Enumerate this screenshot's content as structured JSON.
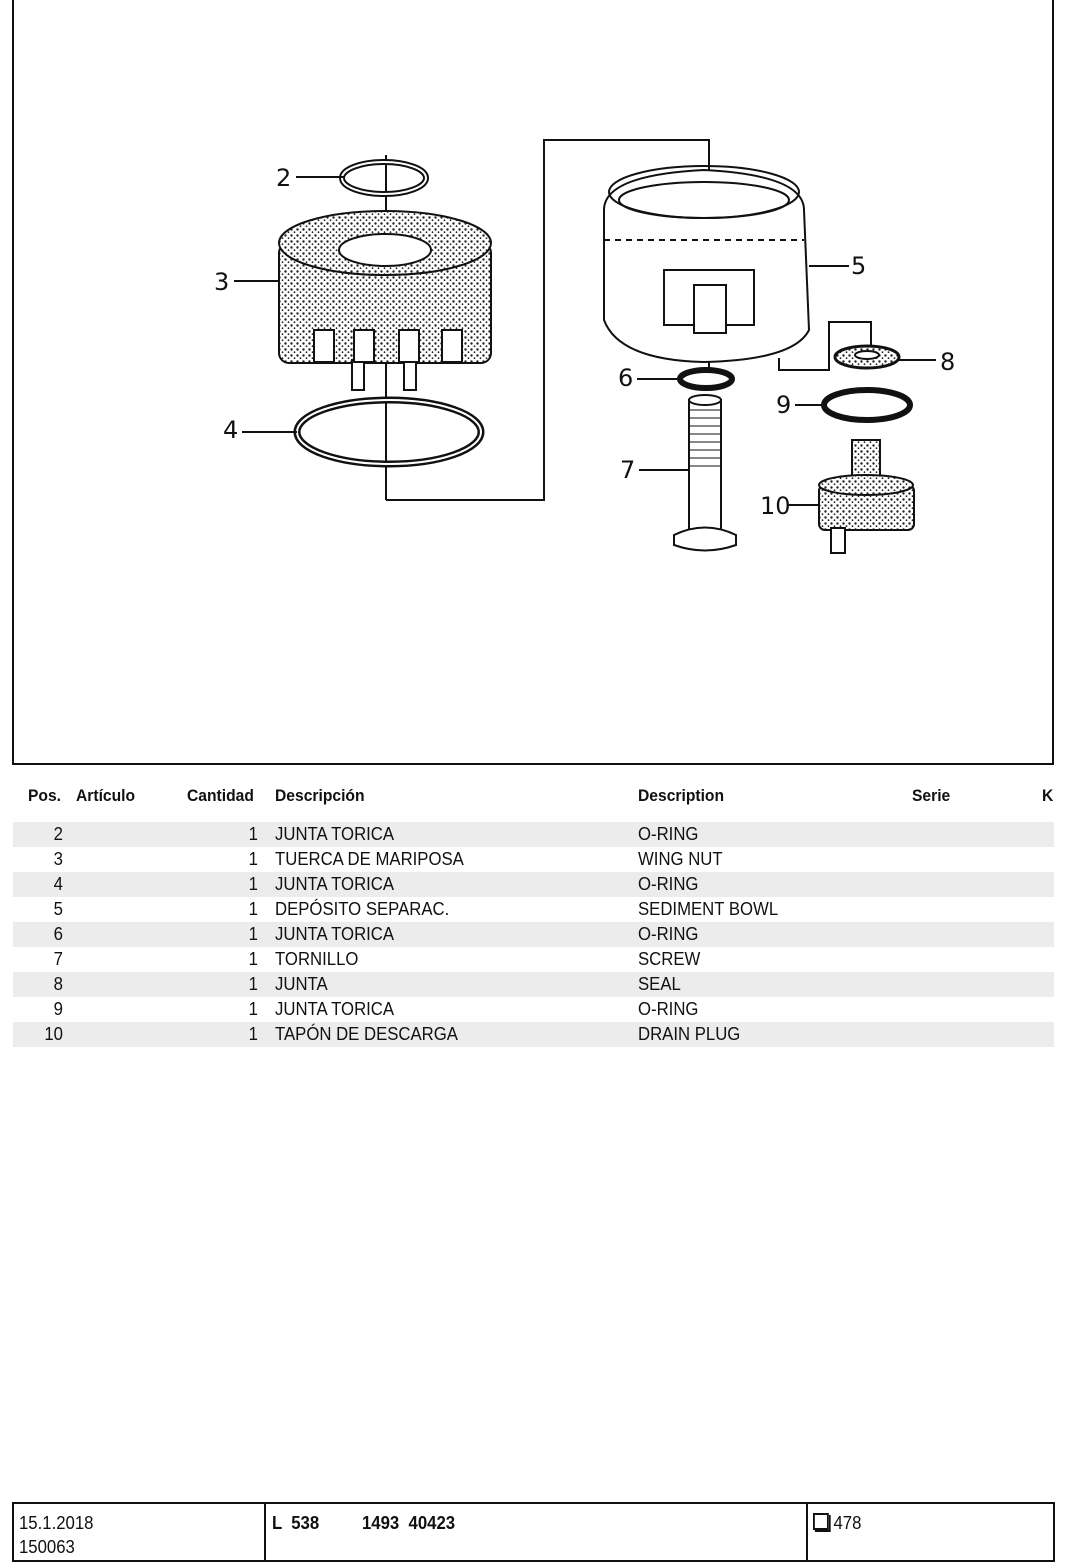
{
  "diagram": {
    "callouts": [
      "2",
      "3",
      "4",
      "5",
      "6",
      "7",
      "8",
      "9",
      "10"
    ]
  },
  "table": {
    "headers": {
      "pos": "Pos.",
      "articulo": "Artículo",
      "cantidad": "Cantidad",
      "descripcion": "Descripción",
      "description": "Description",
      "serie": "Serie",
      "k": "K"
    },
    "rows": [
      {
        "pos": "2",
        "qty": "1",
        "es": "JUNTA TORICA",
        "en": "O-RING"
      },
      {
        "pos": "3",
        "qty": "1",
        "es": "TUERCA DE MARIPOSA",
        "en": "WING NUT"
      },
      {
        "pos": "4",
        "qty": "1",
        "es": "JUNTA TORICA",
        "en": "O-RING"
      },
      {
        "pos": "5",
        "qty": "1",
        "es": "DEPÓSITO SEPARAC.",
        "en": "SEDIMENT BOWL"
      },
      {
        "pos": "6",
        "qty": "1",
        "es": "JUNTA TORICA",
        "en": "O-RING"
      },
      {
        "pos": "7",
        "qty": "1",
        "es": "TORNILLO",
        "en": "SCREW"
      },
      {
        "pos": "8",
        "qty": "1",
        "es": "JUNTA",
        "en": "SEAL"
      },
      {
        "pos": "9",
        "qty": "1",
        "es": "JUNTA TORICA",
        "en": "O-RING"
      },
      {
        "pos": "10",
        "qty": "1",
        "es": "TAPÓN DE DESCARGA",
        "en": "DRAIN PLUG"
      }
    ]
  },
  "footer": {
    "date": "15.1.2018",
    "doc_no": "150063",
    "model": "L  538",
    "ref": "1493  40423",
    "page": "478"
  }
}
